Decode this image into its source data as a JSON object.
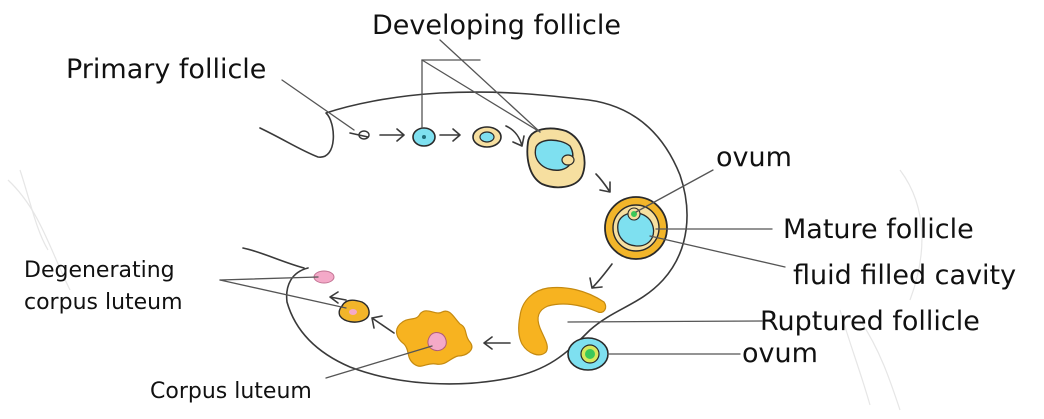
{
  "labels": {
    "developing_follicle": "Developing follicle",
    "primary_follicle": "Primary follicle",
    "ovum_top": "ovum",
    "mature_follicle": "Mature follicle",
    "fluid_filled_cavity": "fluid filled cavity",
    "degenerating_line1": "Degenerating",
    "degenerating_line2": "corpus luteum",
    "ruptured_follicle": "Ruptured follicle",
    "ovum_bottom": "ovum",
    "corpus_luteum": "Corpus luteum"
  },
  "colors": {
    "outline": "#3a3a3a",
    "ovum_blue": "#7ee0f0",
    "follicle_cream": "#f6dfa0",
    "follicle_orange": "#f2b52a",
    "ovum_green": "#3cc85a",
    "degenerating_pink": "#f4a9c8",
    "corpus_luteum_orange": "#f7b320"
  }
}
